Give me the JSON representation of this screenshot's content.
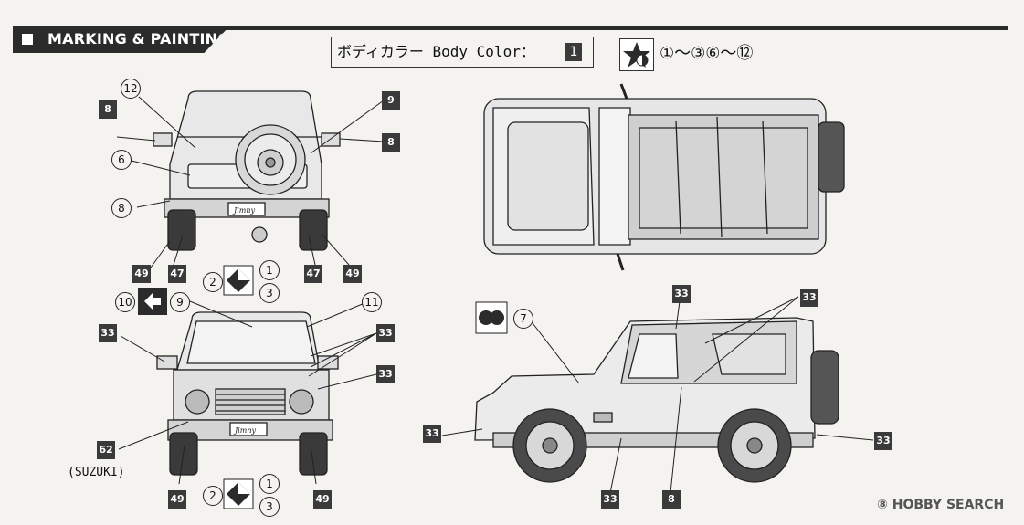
{
  "header": {
    "title": "MARKING & PAINTING"
  },
  "body_color": {
    "label": "ボディカラー Body Color：",
    "number": "1"
  },
  "star_spec": {
    "refs": "①～③⑥～⑫"
  },
  "codes": {
    "c8": "8",
    "c9": "9",
    "c33": "33",
    "c47": "47",
    "c49": "49",
    "c62": "62"
  },
  "circles": {
    "n1": "1",
    "n2": "2",
    "n3": "3",
    "n6": "6",
    "n7": "7",
    "n8": "8",
    "n9": "9",
    "n10": "10",
    "n11": "11",
    "n12": "12"
  },
  "labels": {
    "suzuki": "(SUZUKI)",
    "plate": "Jimny"
  },
  "watermark": "HOBBY SEARCH"
}
